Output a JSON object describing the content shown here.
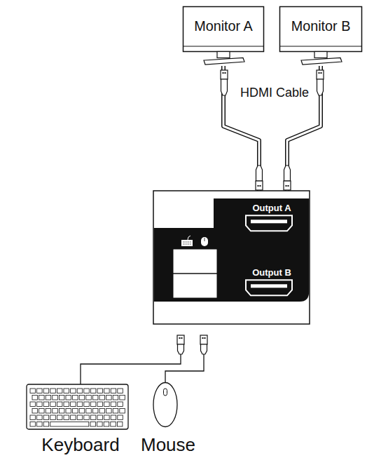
{
  "diagram": {
    "nodes": [
      {
        "text": [
          "Monitor A"
        ]
      },
      {
        "text": [
          "Monitor B"
        ]
      },
      {
        "text": [
          "Output A"
        ]
      },
      {
        "text": [
          "Output B"
        ]
      },
      {
        "text": [
          "Keyboard"
        ]
      },
      {
        "text": [
          "Mouse"
        ]
      }
    ],
    "edges": [
      {
        "from": 0,
        "to": 2,
        "arrow": "none"
      },
      {
        "from": 1,
        "to": 3,
        "arrow": "none"
      }
    ],
    "labels": [
      "HDMI Cable"
    ]
  }
}
